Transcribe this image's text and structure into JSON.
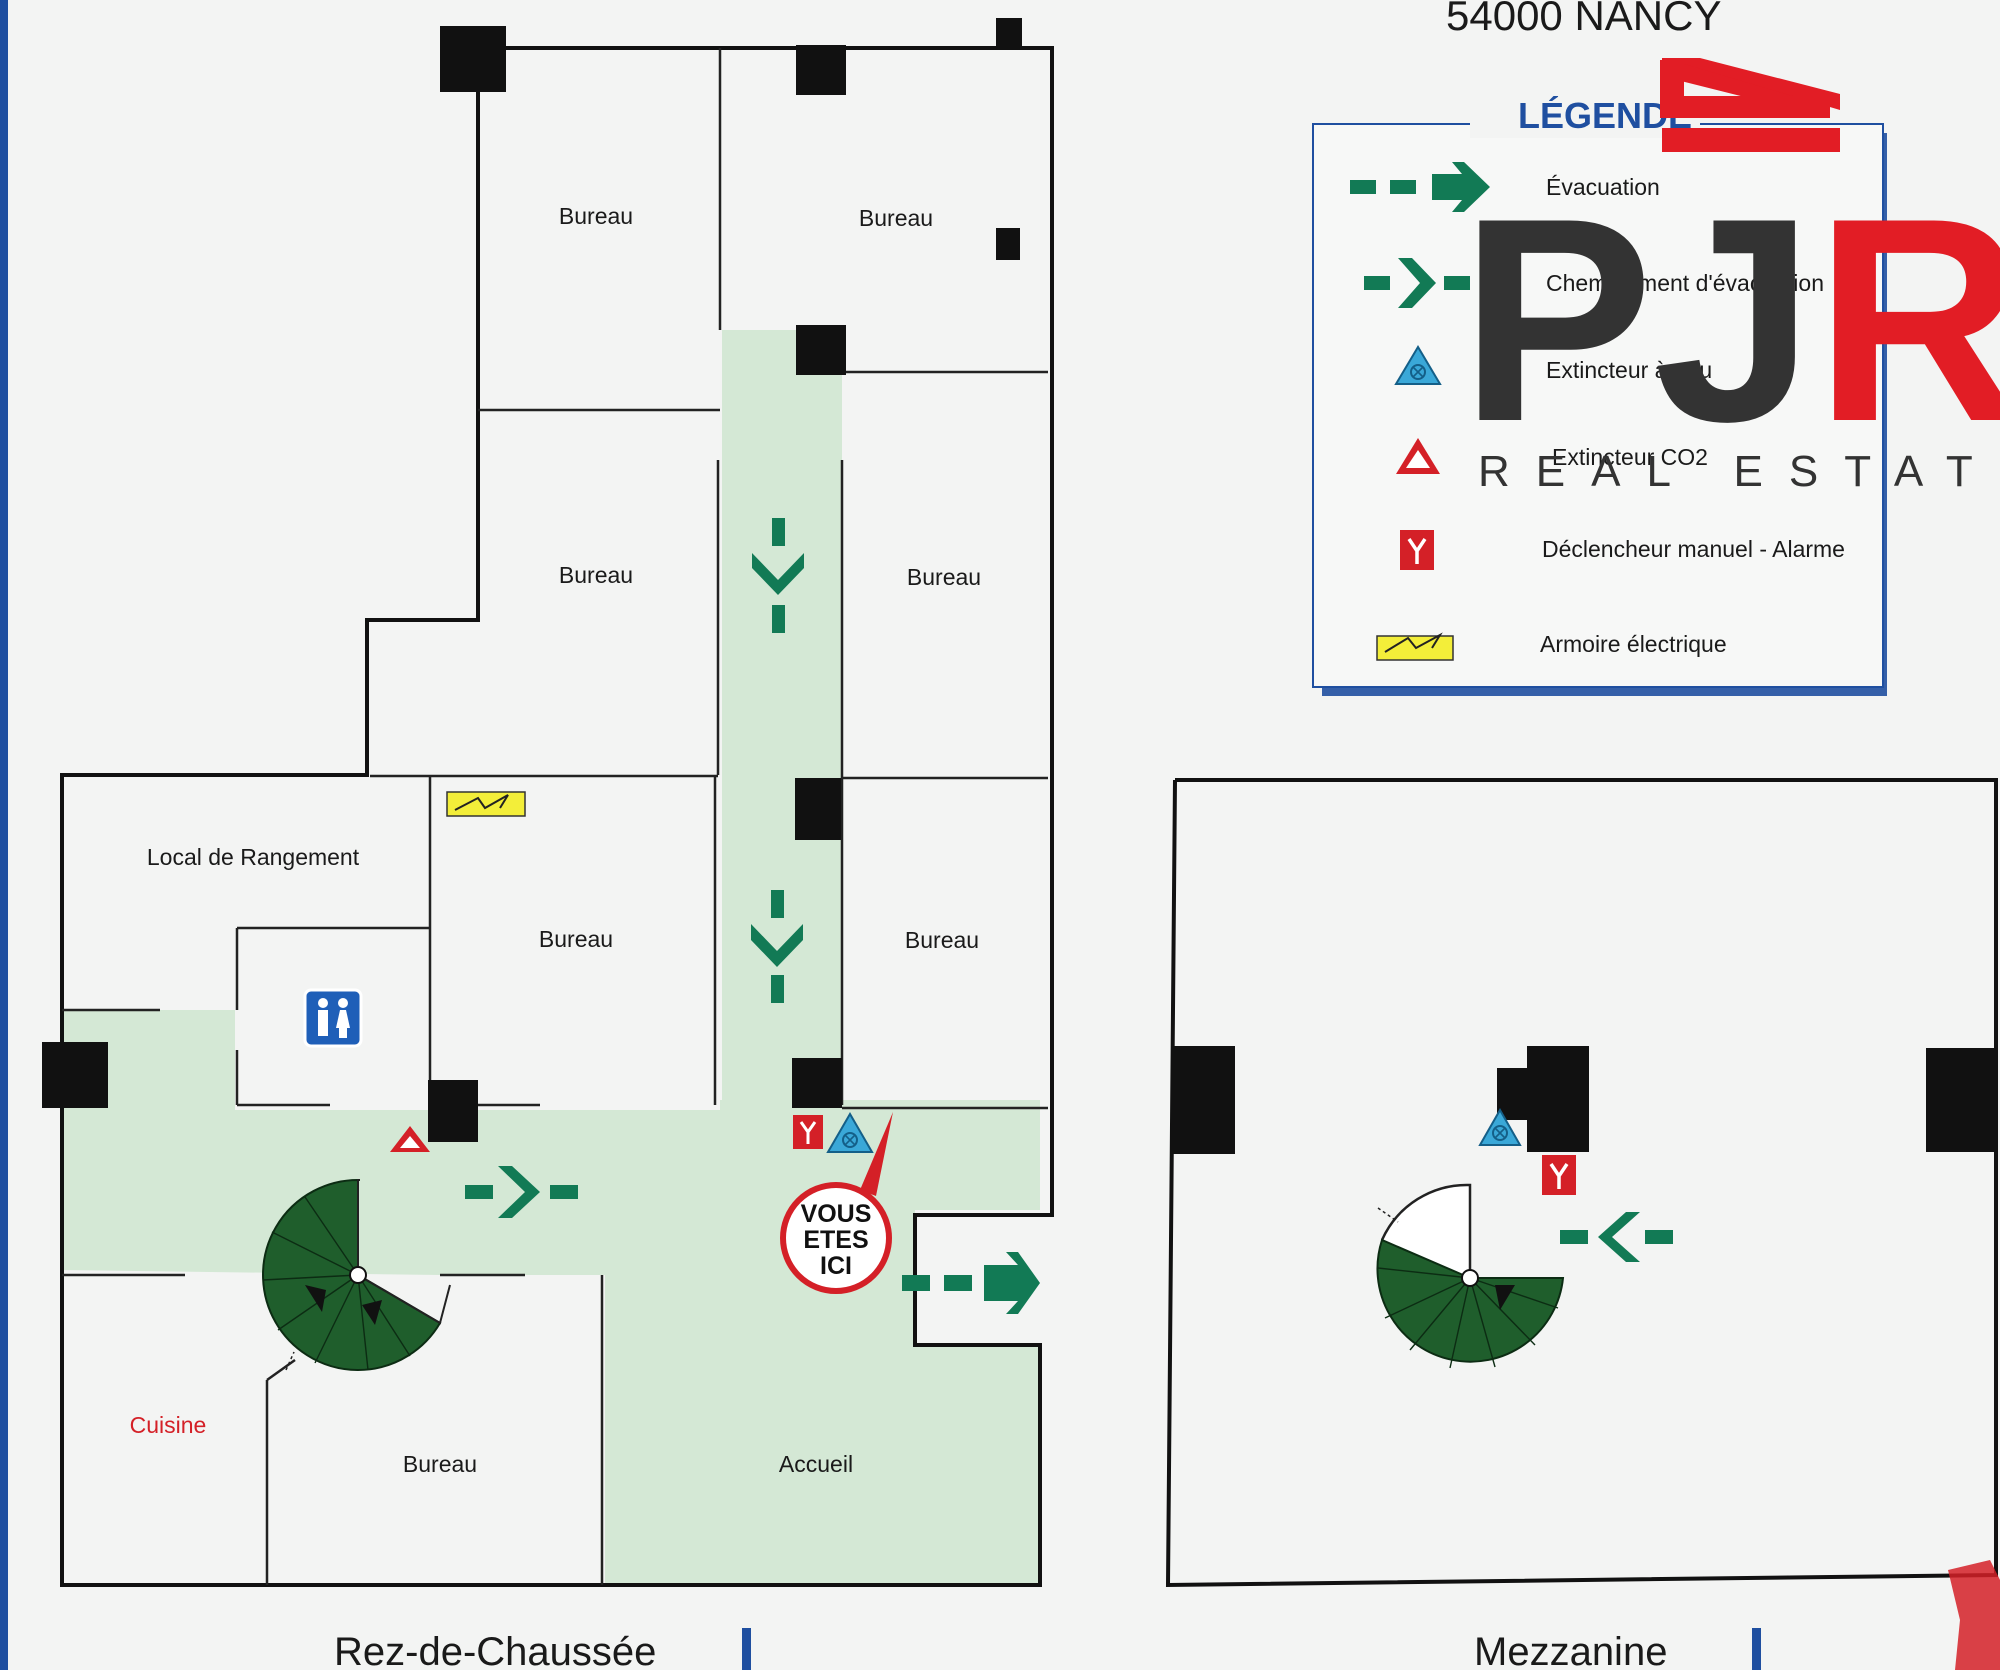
{
  "address": "54000 NANCY",
  "legend": {
    "title": "LÉGENDE",
    "items": [
      {
        "label": "Évacuation",
        "icon": "evacuation-arrow-icon"
      },
      {
        "label": "Cheminement d'évacuation",
        "icon": "evacuation-path-icon"
      },
      {
        "label": "Extincteur à eau",
        "icon": "water-extinguisher-icon"
      },
      {
        "label": "Extincteur CO2",
        "icon": "co2-extinguisher-icon"
      },
      {
        "label": "Déclencheur manuel - Alarme",
        "icon": "alarm-trigger-icon"
      },
      {
        "label": "Armoire électrique",
        "icon": "electrical-cabinet-icon"
      }
    ]
  },
  "ground_floor": {
    "title": "Rez-de-Chaussée",
    "rooms": {
      "bureau_1": "Bureau",
      "bureau_2": "Bureau",
      "bureau_3": "Bureau",
      "bureau_4": "Bureau",
      "bureau_5": "Bureau",
      "bureau_6": "Bureau",
      "bureau_7": "Bureau",
      "storage": "Local de Rangement",
      "kitchen": "Cuisine",
      "reception": "Accueil"
    },
    "you_are_here": [
      "VOUS",
      "ETES",
      "ICI"
    ]
  },
  "mezzanine": {
    "title": "Mezzanine"
  },
  "watermark": {
    "brand": "PJR",
    "tagline": "REAL ESTATE"
  },
  "colors": {
    "evacuation_green": "#127a55",
    "corridor_green": "#d5e9d6",
    "legend_blue": "#1f4fa0",
    "alert_red": "#d42027",
    "extinguisher_blue": "#3aa8d8",
    "electric_yellow": "#f3ee39",
    "brand_red": "#e21d25",
    "brand_dark": "#333333"
  }
}
